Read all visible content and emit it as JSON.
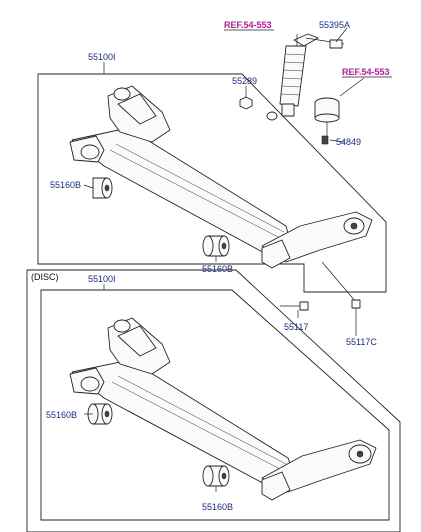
{
  "labels": {
    "top_axle": "55100I",
    "bottom_axle": "55100I",
    "disc_variant": "(DISC)",
    "ref_shock": "REF.54-553",
    "ref_mount": "REF.54-553",
    "shock_bolt_top": "55395A",
    "shock_nut": "55289",
    "mount_nut": "54849",
    "bushing_top_left": "55160B",
    "bushing_top_right": "55160B",
    "bushing_bottom_left": "55160B",
    "bushing_bottom_right": "55160B",
    "bolt": "55117",
    "bolt_c": "55117C"
  },
  "colors": {
    "label": "#1b2a8c",
    "reference": "#c0179a",
    "line": "#222222"
  }
}
